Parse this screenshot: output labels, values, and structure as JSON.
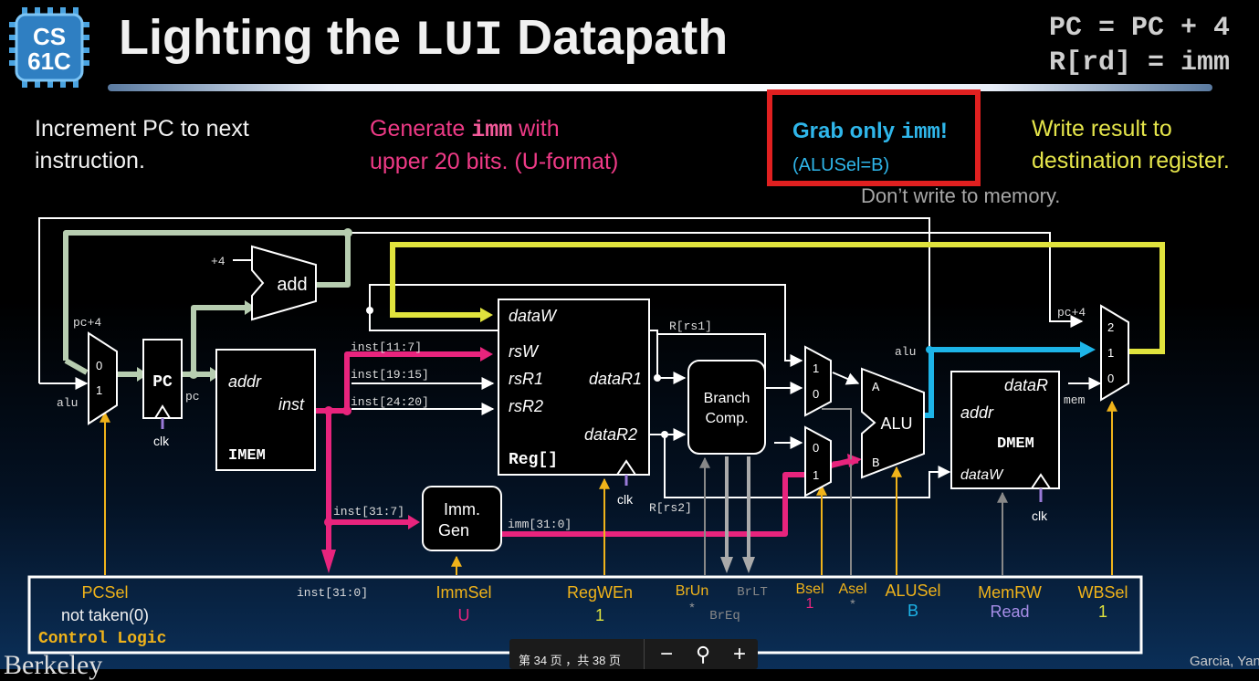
{
  "logo": {
    "line1": "CS",
    "line2": "61C"
  },
  "title": {
    "prefix": "Lighting the ",
    "code": "LUI",
    "suffix": " Datapath"
  },
  "formula": {
    "line1": "PC = PC + 4",
    "line2": "R[rd] = imm"
  },
  "desc": {
    "increment_line1": "Increment PC to next",
    "increment_line2": "instruction.",
    "generate_prefix": "Generate ",
    "generate_code": "imm",
    "generate_suffix": " with",
    "generate_line2": "upper 20 bits. (U-format)",
    "grab_prefix": "Grab only ",
    "grab_code": "imm",
    "grab_suffix": "!",
    "grab_line2": "(ALUSel=B)",
    "write_line1": "Write result to",
    "write_line2": "destination register.",
    "no_mem": "Don’t write to memory."
  },
  "diagram": {
    "plus4": "+4",
    "add": "add",
    "pc4_left": "pc+4",
    "alu_left": "alu",
    "mux0": "0",
    "mux1": "1",
    "mux2": "2",
    "pc": "PC",
    "pc_small": "pc",
    "clk": "clk",
    "addr": "addr",
    "inst": "inst",
    "imem": "IMEM",
    "inst_11_7": "inst[11:7]",
    "inst_19_15": "inst[19:15]",
    "inst_24_20": "inst[24:20]",
    "inst_31_7": "inst[31:7]",
    "inst_31_0": "inst[31:0]",
    "dataW": "dataW",
    "rsW": "rsW",
    "rsR1": "rsR1",
    "rsR2": "rsR2",
    "dataR1": "dataR1",
    "dataR2": "dataR2",
    "reg": "Reg[]",
    "r_rs1": "R[rs1]",
    "r_rs2": "R[rs2]",
    "branch1": "Branch",
    "branch2": "Comp.",
    "imm_gen1": "Imm.",
    "imm_gen2": "Gen",
    "imm_31_0": "imm[31:0]",
    "a": "A",
    "b": "B",
    "alu": "ALU",
    "alu_right": "alu",
    "pc4_right": "pc+4",
    "mem": "mem",
    "dataR": "dataR",
    "dmem": "DMEM"
  },
  "control": {
    "label": "Control Logic",
    "pcsel": "PCSel",
    "pcsel_val": "not taken(0)",
    "immsel": "ImmSel",
    "immsel_val": "U",
    "regwen": "RegWEn",
    "regwen_val": "1",
    "brun": "BrUn",
    "brun_val": "*",
    "brlt": "BrLT",
    "breq": "BrEq",
    "bsel": "Bsel",
    "bsel_val": "1",
    "asel": "Asel",
    "asel_val": "*",
    "alusel": "ALUSel",
    "alusel_val": "B",
    "memrw": "MemRW",
    "memrw_val": "Read",
    "wbsel": "WBSel",
    "wbsel_val": "1"
  },
  "pager": {
    "text": "第 34 页 ，共 38 页",
    "minus": "−",
    "zoom": "⚲",
    "plus": "+"
  },
  "footer": {
    "left": "Berkeley",
    "right": "Garcia, Yan"
  },
  "colors": {
    "pc_path": "#b7cdb0",
    "imm_path": "#e8247d",
    "alu_path": "#1db4e8",
    "wb_path": "#e0e33d",
    "control": "#f0b31a"
  }
}
